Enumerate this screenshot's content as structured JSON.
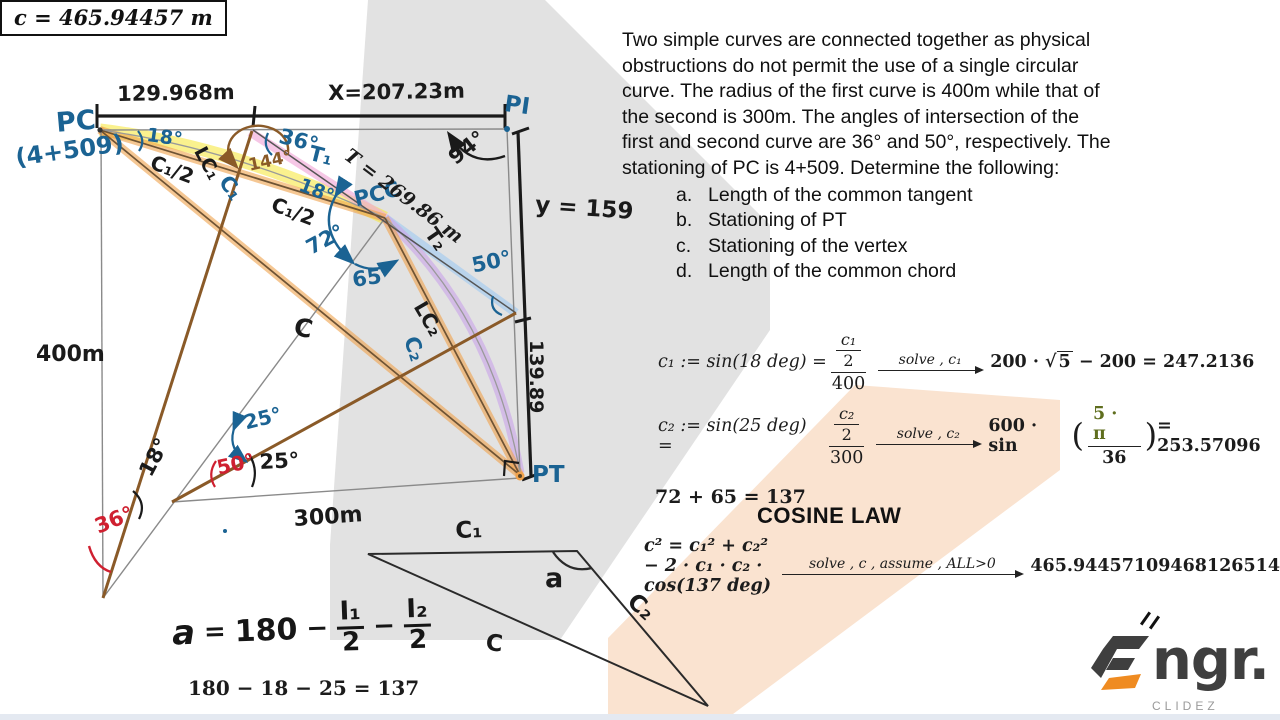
{
  "problem": {
    "lines": [
      "Two simple curves are connected together as physical",
      "obstructions do not permit the use of a single circular",
      "curve. The radius of the first curve is 400m while that of",
      "the second is 300m. The angles of intersection of the",
      "first and second curve are 36° and 50°, respectively. The",
      "stationing of PC is 4+509. Determine the following:"
    ],
    "items": [
      {
        "m": "a.",
        "t": "Length of the common tangent"
      },
      {
        "m": "b.",
        "t": "Stationing of PT"
      },
      {
        "m": "c.",
        "t": "Stationing of the vertex"
      },
      {
        "m": "d.",
        "t": "Length of the common chord"
      }
    ]
  },
  "diagram": {
    "labels": {
      "pc": "PC",
      "station": "(4+509)",
      "pi": "PI",
      "dim_left": "129.968m",
      "dim_right": "X=207.23m",
      "angle_94": "94°",
      "y_dim": "y = 159",
      "dim_139": "139.89",
      "pt": "PT",
      "pcc": "PCC",
      "common_tangent": "T = 269.86 m",
      "t1": "T₁",
      "angle_36": "36°",
      "angle_18_pc": "18°",
      "c1_half_a": "C₁/2",
      "lc1": "LC₁",
      "c1": "C₁",
      "angle_144": "144°",
      "c1_half_b": "C₁/2",
      "angle_18_pcc": "18°",
      "angle_72": "72°",
      "angle_65": "65°",
      "angle_50_tangent": "50°",
      "t2": "T₂",
      "lc2": "LC₂",
      "c2": "C₂",
      "common_chord": "C",
      "radius_400": "400m",
      "radius_300": "300m",
      "angle_25_blue": "25°",
      "angle_50_red": "50°",
      "angle_25_black": "25°",
      "angle_18_o1": "18°",
      "angle_36_red": "36°",
      "tri_c1": "C₁",
      "tri_a": "a",
      "tri_c2": "C₂",
      "tri_c": "C"
    }
  },
  "formulas": {
    "alpha": {
      "a": "a",
      "eq": "=",
      "base": "180",
      "minus1": "−",
      "i1": "I₁",
      "d1": "2",
      "minus2": "−",
      "i2": "I₂",
      "d2": "2"
    },
    "check": "180 − 18 − 25 = 137",
    "eq1": {
      "lead": "c₁ := sin(18 deg) =",
      "num": "c₁",
      "num_den": "2",
      "den": "400",
      "solve": "solve , c₁",
      "rhs_a": "200 ·",
      "root": "5",
      "rhs_b": "− 200 = 247.2136"
    },
    "eq2": {
      "lead": "c₂ := sin(25 deg) =",
      "num": "c₂",
      "num_den": "2",
      "den": "300",
      "solve": "solve , c₂",
      "rhs_a": "600 · sin",
      "pnum": "5 · π",
      "pden": "36",
      "rhs_b": "= 253.57096"
    },
    "sum": "72 + 65 = 137",
    "cosine_title": "COSINE LAW",
    "eq4": {
      "lead": "c² = c₁² + c₂² − 2 · c₁ · c₂ · cos(137 deg)",
      "solve": "solve , c , assume , ALL>0",
      "rhs": "465.94457109468126514"
    },
    "answer": "c = 465.94457 m"
  },
  "logo": {
    "name": "ngr.",
    "sub": "CLIDEZ"
  },
  "colors": {
    "blue": "#1b6393",
    "red": "#cf2030",
    "brown": "#8a5a28",
    "yellow_hl": "#f6e842",
    "pink_hl": "#f2aad9",
    "purple_hl": "#c9a4ea",
    "blue_hl": "#a9cdf0",
    "orange_hl": "#f0a24c",
    "gray_bg": "#e2e2e2",
    "peach_bg": "#fae3d0"
  }
}
